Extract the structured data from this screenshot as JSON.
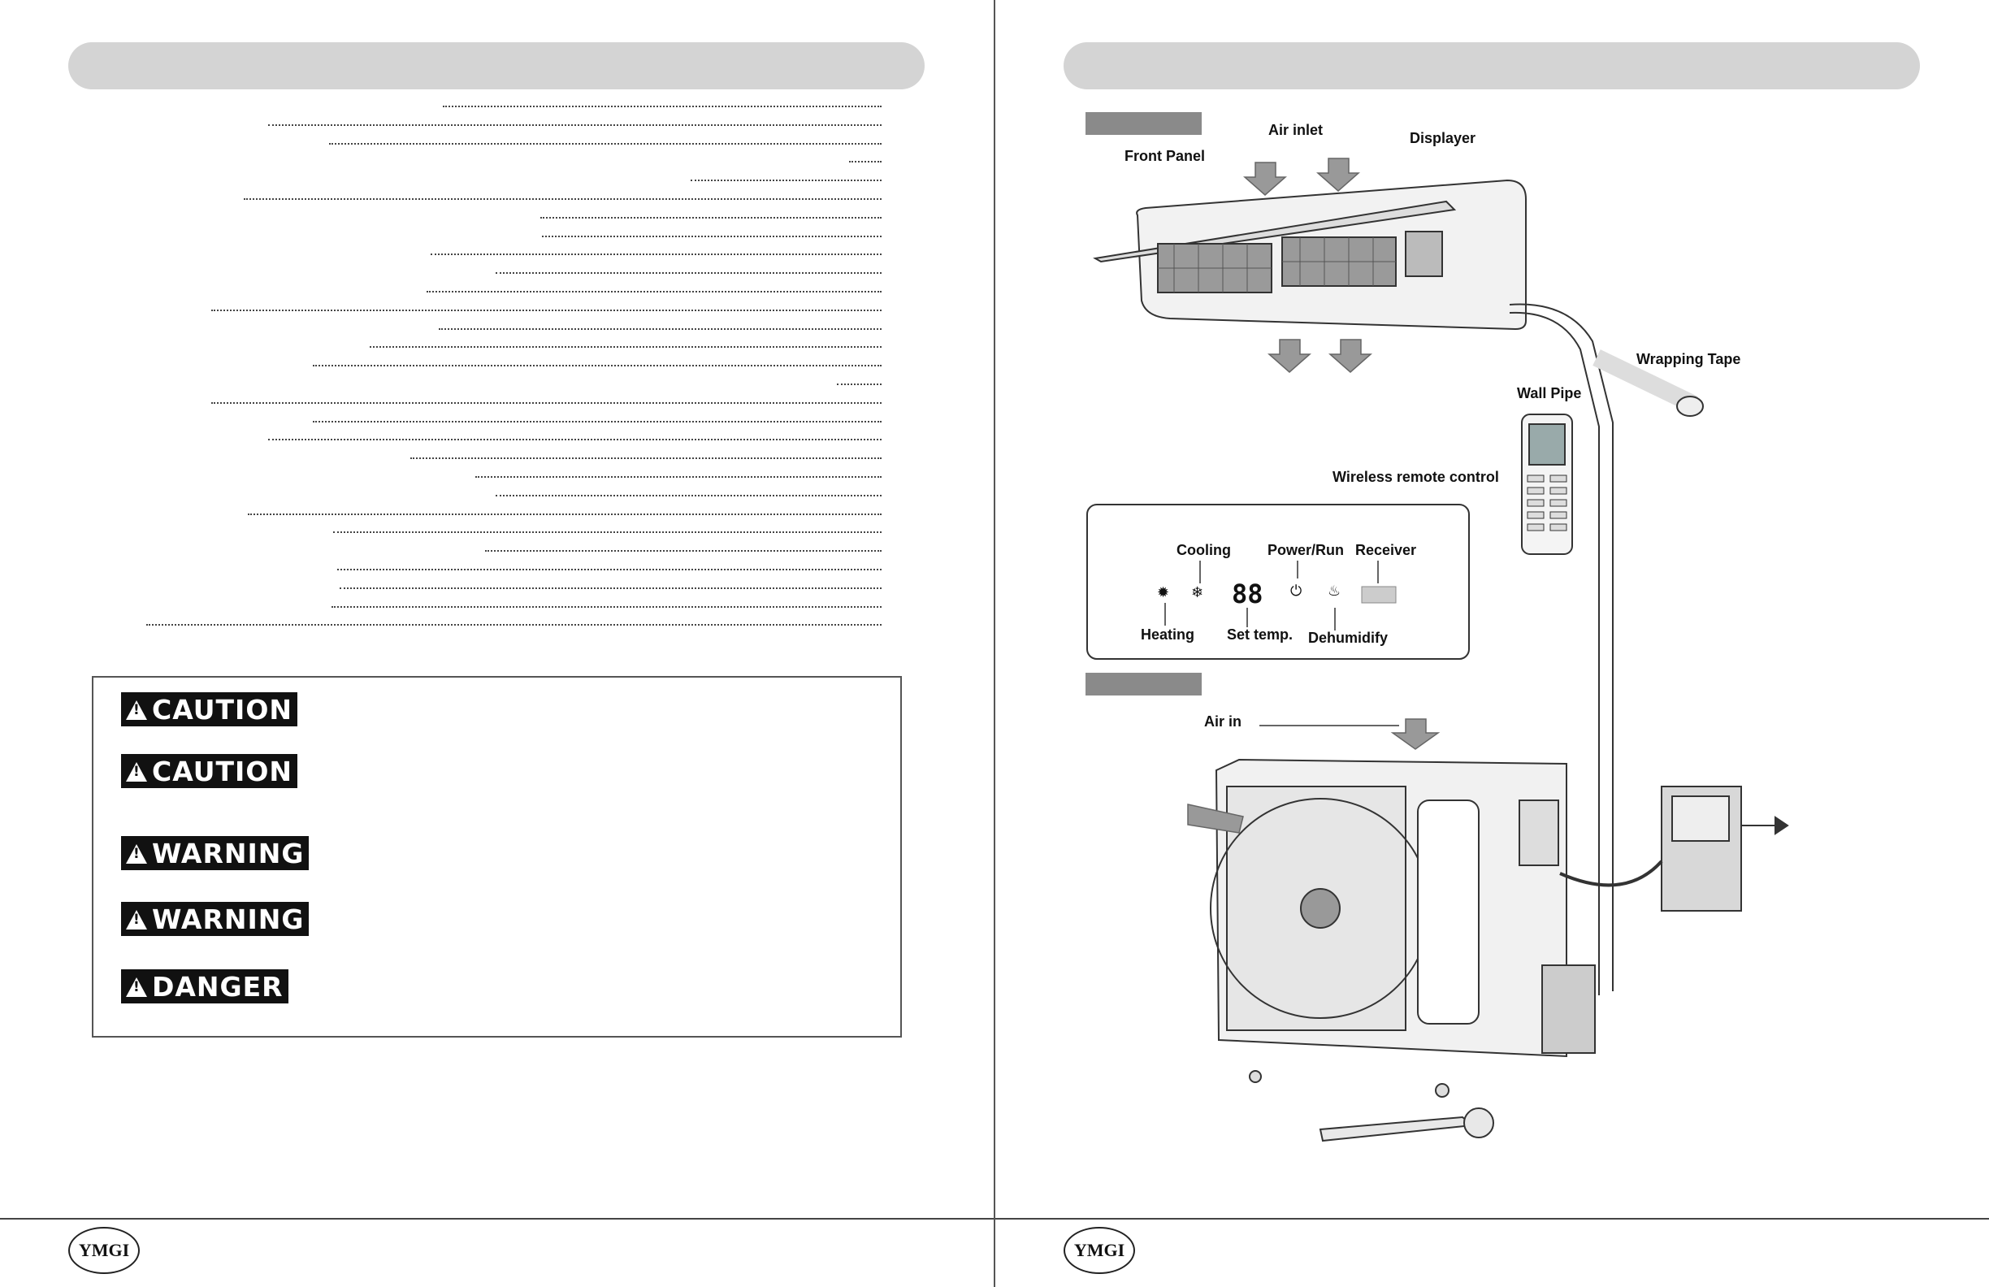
{
  "left_page": {
    "header_title": "",
    "toc_entry_count": 29,
    "safety_badges": [
      "CAUTION",
      "CAUTION",
      "WARNING",
      "WARNING",
      "DANGER"
    ]
  },
  "right_page": {
    "header_title": "",
    "indoor_labels": {
      "air_inlet": "Air inlet",
      "displayer": "Displayer",
      "front_panel": "Front Panel",
      "wall_pipe": "Wall Pipe",
      "wrapping_tape": "Wrapping Tape",
      "remote": "Wireless remote control"
    },
    "display_panel": {
      "cooling": "Cooling",
      "power_run": "Power/Run",
      "receiver": "Receiver",
      "heating": "Heating",
      "set_temp": "Set temp.",
      "dehumidify": "Dehumidify",
      "digits": "88"
    },
    "outdoor_labels": {
      "air_in": "Air in"
    }
  },
  "footer": {
    "logo_text": "YMGI"
  }
}
